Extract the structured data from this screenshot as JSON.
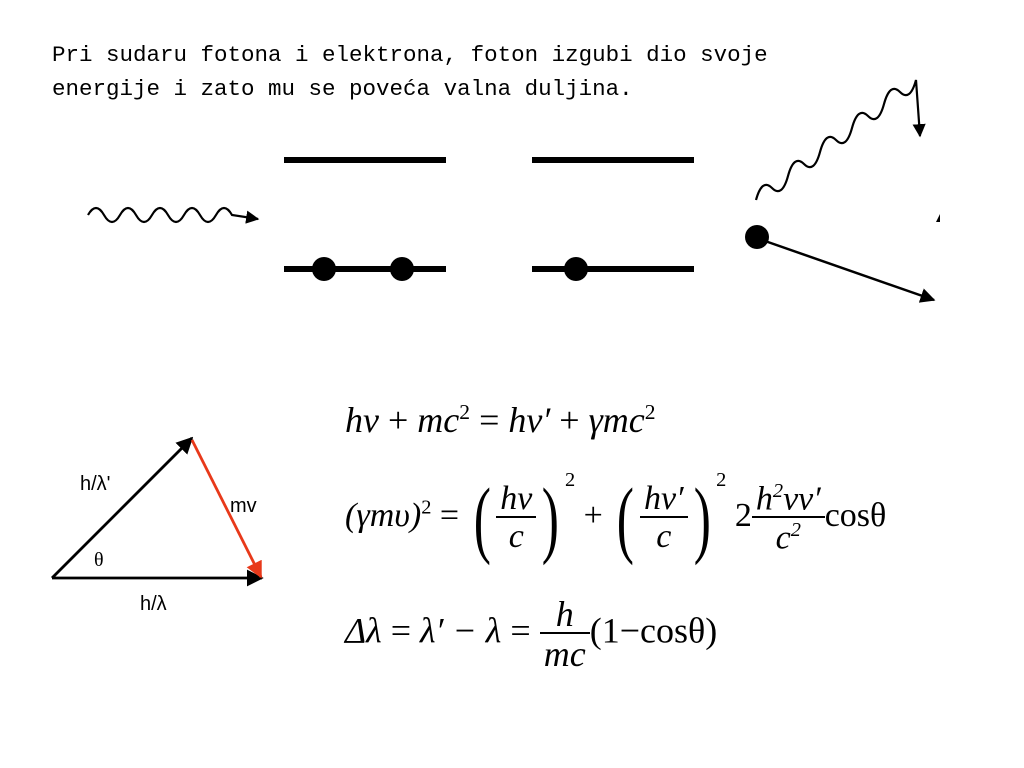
{
  "intro": {
    "line1": "Pri sudaru fotona i elektrona, foton izgubi dio svoje",
    "line2": "energije i zato mu se poveća valna duljina."
  },
  "triangle": {
    "label_incident": "h/λ",
    "label_scattered": "h/λ'",
    "label_momentum": "mv",
    "label_angle": "θ",
    "momentum_color": "#e8391a"
  },
  "equations": {
    "energy": {
      "lhs_a": "hν",
      "plus": "+",
      "lhs_b": "mc",
      "exp": "2",
      "equals": "=",
      "rhs_a": "hν′",
      "rhs_b": "γmc"
    },
    "momentum": {
      "lhs": "(γmυ)",
      "exp": "2",
      "equals": "=",
      "frac1_num": "hν",
      "frac1_den": "c",
      "plus": "+",
      "frac2_num": "hν′",
      "frac2_den": "c",
      "coef": "2",
      "frac3_num": "h",
      "frac3_num_rest": "νν′",
      "frac3_den": "c",
      "cos": "cosθ"
    },
    "shift": {
      "lhs": "Δλ",
      "equals": "=",
      "mid": "λ′ − λ",
      "equals2": "=",
      "frac_num": "h",
      "frac_den": "mc",
      "rhs": "(1−cosθ)"
    }
  }
}
